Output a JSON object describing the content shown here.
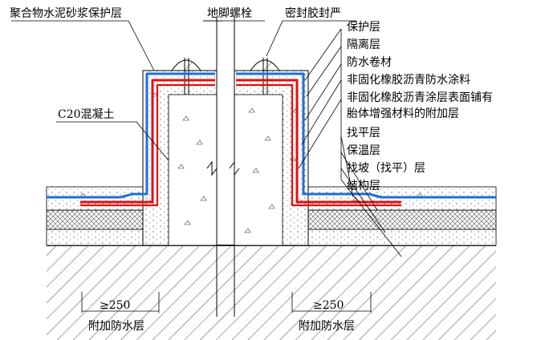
{
  "labels": {
    "protective_layer": "聚合物水泥砂浆保护层",
    "anchor_bolt": "地脚螺栓",
    "sealant": "密封胶封严",
    "concrete": "C20混凝土"
  },
  "layer_list": [
    "保护层",
    "隔离层",
    "防水卷材",
    "非固化橡胶沥青防水涂料",
    "非固化橡胶沥青涂层表面铺有",
    "胎体增强材料的附加层",
    "找平层",
    "保温层",
    "找坡（找平）层",
    "结构层"
  ],
  "dimensions": {
    "left_value": "≥250",
    "left_label": "附加防水层",
    "right_value": "≥250",
    "right_label": "附加防水层"
  },
  "colors": {
    "membrane_blue": "#1e6fd9",
    "coating_red": "#e01010",
    "line": "#000000"
  }
}
